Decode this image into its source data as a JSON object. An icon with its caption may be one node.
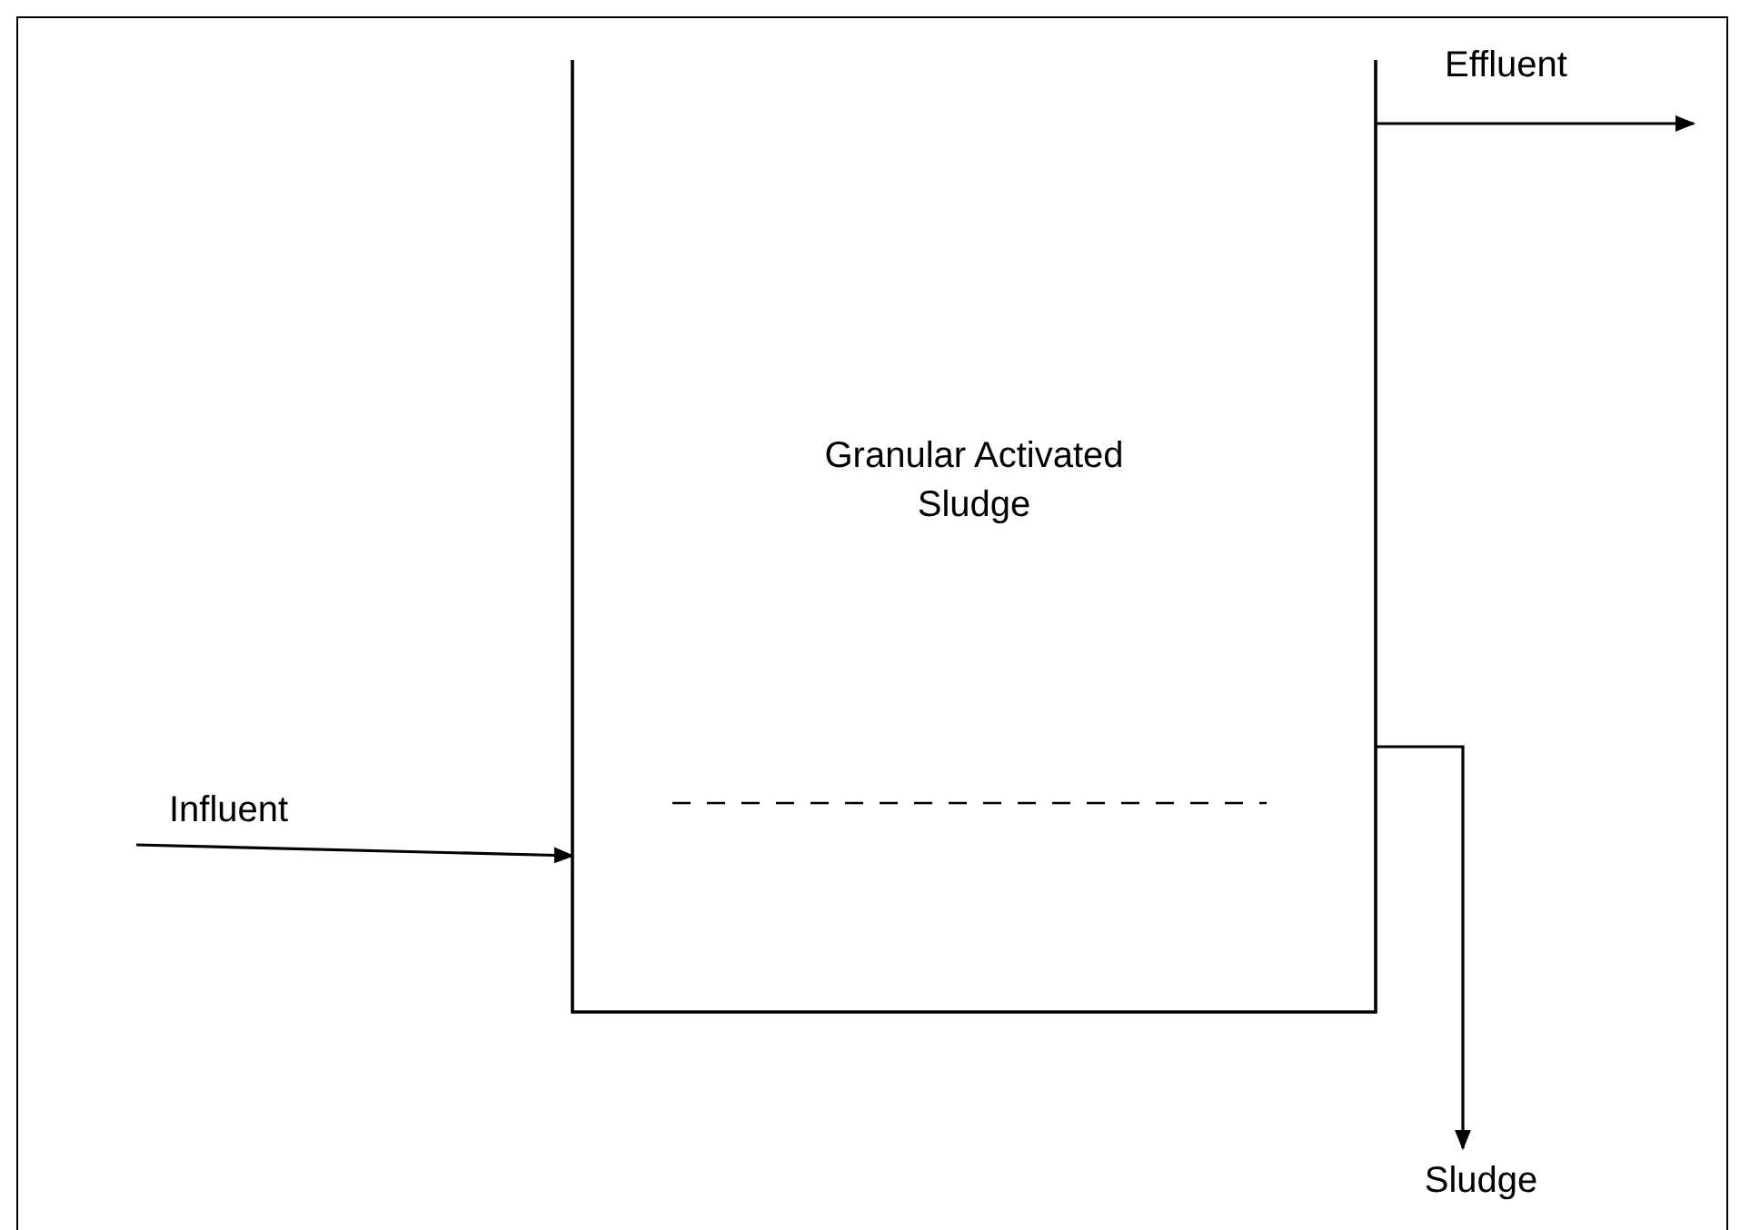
{
  "diagram": {
    "nodes": [
      {
        "text": [
          "Granular Activated Sludge"
        ]
      },
      {
        "text": [
          "Sludge"
        ]
      }
    ],
    "edges": [
      {
        "from": null,
        "to": 0,
        "arrow": "to",
        "label": "Influent"
      },
      {
        "from": 0,
        "to": null,
        "arrow": "to",
        "label": "Effluent"
      },
      {
        "from": 0,
        "to": 1,
        "arrow": "to"
      }
    ]
  }
}
